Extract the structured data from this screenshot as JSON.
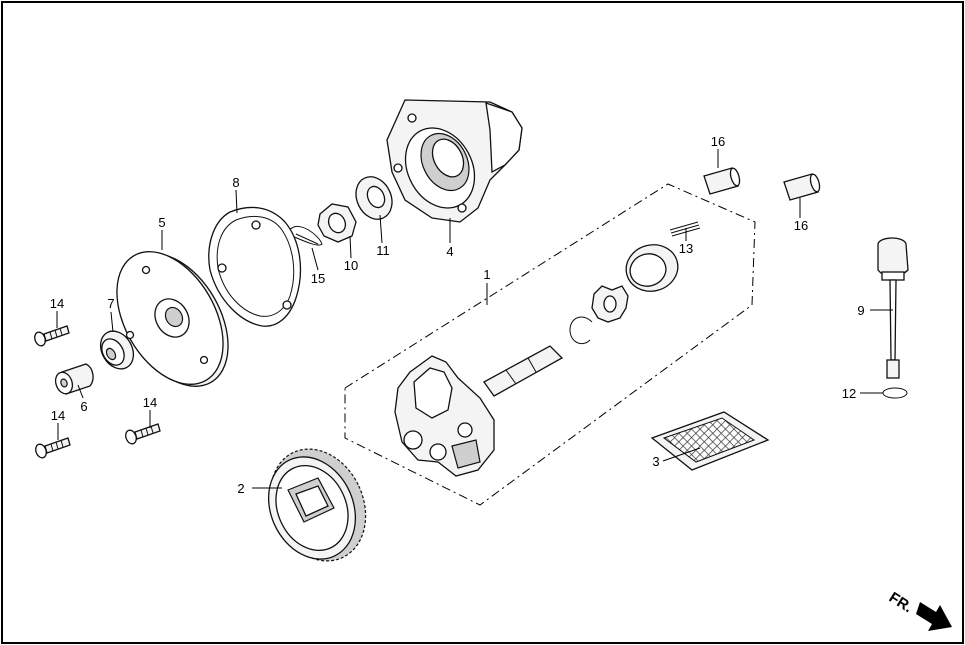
{
  "callouts": {
    "c1": "1",
    "c2": "2",
    "c3": "3",
    "c4": "4",
    "c5": "5",
    "c6": "6",
    "c7": "7",
    "c8": "8",
    "c9": "9",
    "c10": "10",
    "c11": "11",
    "c12": "12",
    "c13": "13",
    "c14a": "14",
    "c14b": "14",
    "c14c": "14",
    "c15": "15",
    "c16a": "16",
    "c16b": "16"
  },
  "direction": {
    "label": "FR.",
    "icon": "front-direction-arrow-icon"
  }
}
